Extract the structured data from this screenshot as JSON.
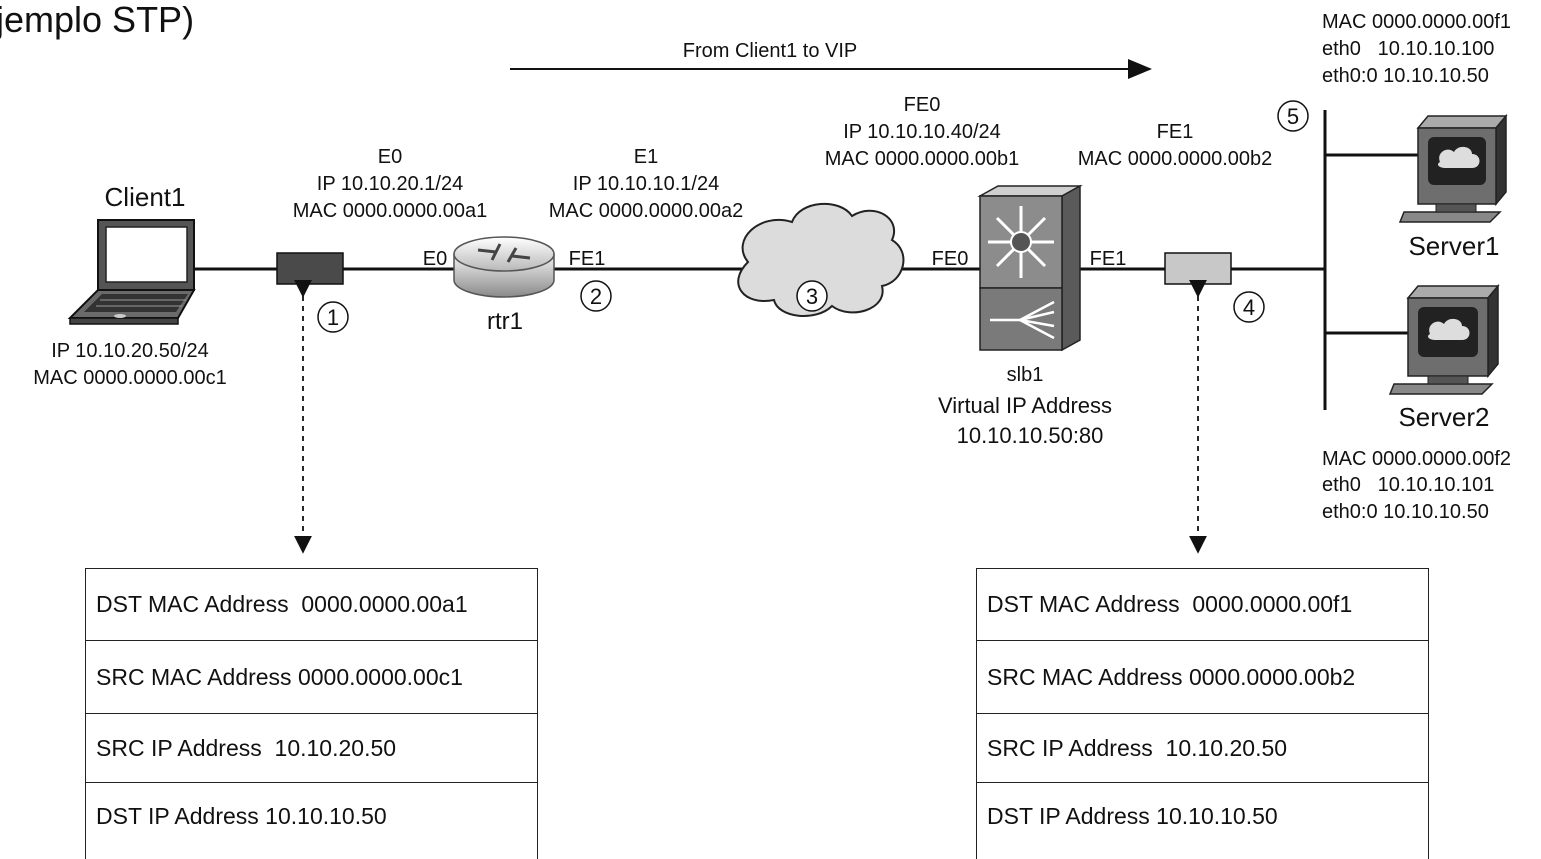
{
  "title_fragment": "jemplo STP)",
  "flow_label": "From Client1 to VIP",
  "client1": {
    "name": "Client1",
    "ip": "IP 10.10.20.50/24",
    "mac": "MAC 0000.0000.00c1"
  },
  "rtr1": {
    "name": "rtr1",
    "e0": {
      "name": "E0",
      "ip": "IP 10.10.20.1/24",
      "mac": "MAC 0000.0000.00a1"
    },
    "e1": {
      "name": "E1",
      "ip": "IP 10.10.10.1/24",
      "mac": "MAC 0000.0000.00a2"
    },
    "port_left": "E0",
    "port_right": "FE1"
  },
  "slb1": {
    "name": "slb1",
    "fe0": {
      "name": "FE0",
      "ip": "IP 10.10.10.40/24",
      "mac": "MAC 0000.0000.00b1"
    },
    "fe1": {
      "name": "FE1",
      "mac": "MAC 0000.0000.00b2"
    },
    "port_left": "FE0",
    "port_right": "FE1",
    "vip_label": "Virtual  IP Address",
    "vip": "10.10.10.50:80"
  },
  "server1": {
    "name": "Server1",
    "mac": "MAC 0000.0000.00f1",
    "eth0": "eth0   10.10.10.100",
    "eth0_0": "eth0:0 10.10.10.50"
  },
  "server2": {
    "name": "Server2",
    "mac": "MAC 0000.0000.00f2",
    "eth0": "eth0   10.10.10.101",
    "eth0_0": "eth0:0 10.10.10.50"
  },
  "markers": [
    "1",
    "2",
    "3",
    "4",
    "5"
  ],
  "packet_left": [
    "DST MAC Address  0000.0000.00a1",
    "SRC MAC Address 0000.0000.00c1",
    "SRC IP Address  10.10.20.50",
    "DST IP Address 10.10.10.50"
  ],
  "packet_right": [
    "DST MAC Address  0000.0000.00f1",
    "SRC MAC Address 0000.0000.00b2",
    "SRC IP Address  10.10.20.50",
    "DST IP Address 10.10.10.50"
  ]
}
